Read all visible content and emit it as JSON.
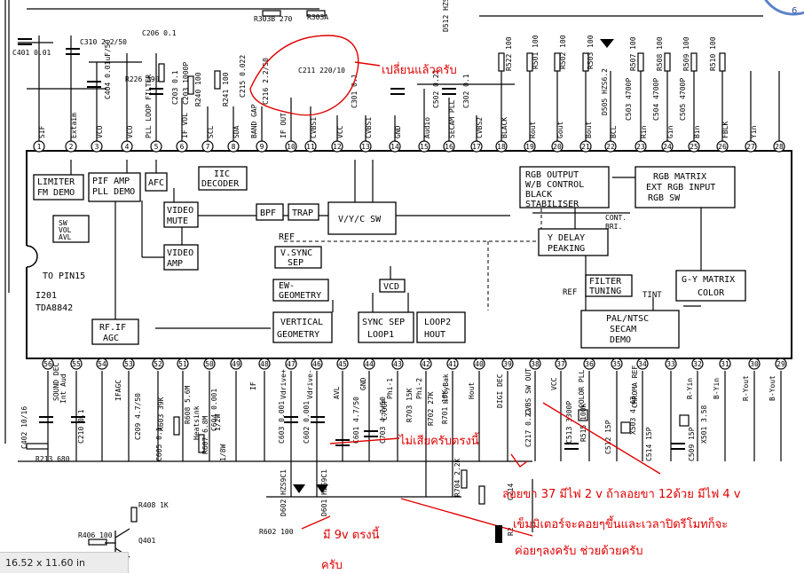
{
  "schematic": {
    "ic_ref": "I201",
    "ic_part": "TDA8842",
    "to_pin": "TO PIN15",
    "blocks": {
      "limiter": [
        "LIMITER",
        "FM DEMO"
      ],
      "pif": [
        "PIF AMP",
        "PLL DEMO"
      ],
      "afc": "AFC",
      "iic": [
        "IIC",
        "DECODER"
      ],
      "video_mute": [
        "VIDEO",
        "MUTE"
      ],
      "video_amp": [
        "VIDEO",
        "AMP"
      ],
      "sw_vol": [
        "SW",
        "VOL",
        "AVL"
      ],
      "bpf": "BPF",
      "trap": "TRAP",
      "vy_sw": "V/Y/C SW",
      "ref": "REF",
      "vsync": [
        "V.SYNC",
        "SEP"
      ],
      "ew": [
        "EW-",
        "GEOMETRY"
      ],
      "vcd": "VCD",
      "vertical": [
        "VERTICAL",
        "GEOMETRY"
      ],
      "sync": [
        "SYNC SEP",
        "LOOP1"
      ],
      "loop2": [
        "LOOP2",
        "HOUT"
      ],
      "rfif": [
        "RF.IF",
        "AGC"
      ],
      "rgb_out": [
        "RGB OUTPUT",
        "W/B CONTROL",
        "BLACK",
        "STABILISER"
      ],
      "rgb_matrix": [
        "RGB MATRIX",
        "EXT RGB INPUT",
        "RGB SW"
      ],
      "cont": [
        "CONT.",
        "BRI."
      ],
      "ydelay": [
        "Y DELAY",
        "PEAKING"
      ],
      "filter": [
        "FILTER",
        "TUNING"
      ],
      "ref2": "REF",
      "tint": "TINT",
      "gy": [
        "G-Y MATRIX",
        "COLOR"
      ],
      "pal": [
        "PAL/NTSC",
        "SECAM",
        "DEMO"
      ]
    },
    "top_pins": [
      "SIF",
      "Extaim",
      "VCO",
      "VCO",
      "PLL LOOP FILTER",
      "IF VOL",
      "SCL",
      "SDA",
      "BAND GAP",
      "IF OUT",
      "CVBS1",
      "VCC",
      "CVBS1",
      "GND",
      "Audio",
      "SECAM PLL",
      "CVBS2",
      "BLACK",
      "Rout",
      "Gout",
      "Bout",
      "BCL",
      "Rin",
      "Gin",
      "Bin",
      "FBLK",
      "Yin"
    ],
    "top_pin_numbers": [
      "1",
      "2",
      "3",
      "4",
      "5",
      "6",
      "7",
      "8",
      "9",
      "10",
      "11",
      "12",
      "13",
      "14",
      "15",
      "16",
      "17",
      "18",
      "19",
      "20",
      "21",
      "22",
      "23",
      "24",
      "25",
      "26",
      "27",
      "28"
    ],
    "bottom_pin_numbers": [
      "56",
      "55",
      "54",
      "53",
      "52",
      "51",
      "50",
      "49",
      "48",
      "47",
      "46",
      "45",
      "44",
      "43",
      "42",
      "41",
      "40",
      "39",
      "38",
      "37",
      "36",
      "35",
      "34",
      "33",
      "32",
      "31",
      "30",
      "29"
    ],
    "bottom_pins": [
      "SOUND DEC",
      "Int Aud",
      "IFAGC",
      "IF",
      "Vdrive+",
      "Vdrive-",
      "AVL",
      "GND",
      "Phi-1",
      "Phi-2",
      "HflyBak",
      "Hout",
      "DIGI DEC",
      "CVBS SW OUT",
      "VCC",
      "COLOR PLL",
      "CHROMA REF",
      "R-Yin",
      "B-Yin",
      "R-Yout",
      "B-Yout"
    ],
    "components": [
      "R303B 270",
      "R303A",
      "D512 HZS9C3",
      "C401 0.01",
      "C310 2.2/50",
      "C206 0.1",
      "C216 2.2/50",
      "C203 0.1",
      "C211 220/10",
      "R226 390",
      "C404 0.01uF/50",
      "C203 1000P",
      "R240 100",
      "R241 100",
      "C215 0.022",
      "C301 0.1",
      "C502 0.22",
      "C302 0.1",
      "R522 100",
      "R501 100",
      "R502 100",
      "R503 100",
      "D505 HZS6.2",
      "R507 100",
      "R508 100",
      "R509 100",
      "C503 4700P",
      "C504 4700P",
      "C505 4700P",
      "R510 100",
      "C402 10/16",
      "C210 0.1",
      "C209 4.7/50",
      "R603 39K",
      "R608 5.6M",
      "C604 0.001",
      "C605 0.1",
      "C603 0.001",
      "C602 0.001",
      "C601 4.7/50",
      "C703 4.7/50",
      "C700P",
      "R703 15K",
      "R702 27K",
      "R701 10K",
      "C217 0.22",
      "C513 3300P",
      "R515 100K",
      "C512 15P",
      "X503 4.43",
      "C514 15P",
      "C509 15P",
      "X501 3.58",
      "R213 680",
      "R607 6.8M",
      "D602 HZS9C1",
      "D601 HZS9C1",
      "R408 1K",
      "R406 100",
      "Q401",
      "R602 100",
      "R704 2.2K",
      "C214",
      "R2"
    ],
    "component_labels": [
      "Heatsink",
      "1/8W",
      "1/2W"
    ]
  },
  "annotations": {
    "replaced": "เปลี่ยนแล้วครับ",
    "not_broken": "ไม่เสียครับตรงนี้",
    "voltage_9v": "มี 9v ตรงนี้",
    "voltage_9v_2": "ครับ",
    "question_1": "ลอยขา 37 มีไฟ 2 v ถ้าลอยขา 12ด้วย มีไฟ 4 v",
    "question_2": "เข็มมิเตอร์จะคอยๆขึ้นและเวลาปิดรีโมทก็จะ",
    "question_3": "ค่อยๆลงครับ ช่วยด้วยครับ"
  },
  "status_bar": {
    "size": "16.52 x 11.60 in"
  },
  "colors": {
    "annotation": "#e00000",
    "ink": "#000000"
  },
  "clock": {
    "digit": "6"
  }
}
